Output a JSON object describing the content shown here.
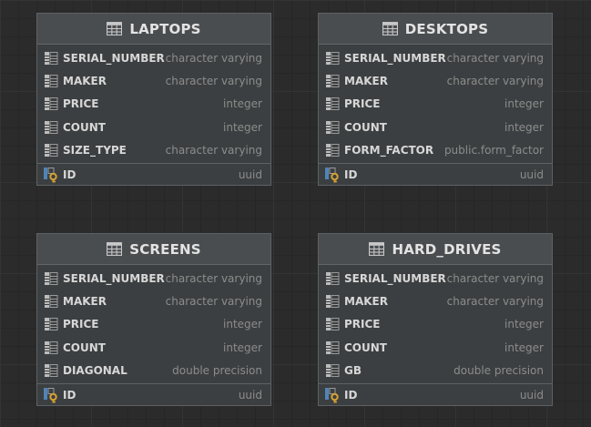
{
  "entities": [
    {
      "title": "LAPTOPS",
      "columns": [
        {
          "name": "SERIAL_NUMBER",
          "type": "character varying"
        },
        {
          "name": "MAKER",
          "type": "character varying"
        },
        {
          "name": "PRICE",
          "type": "integer"
        },
        {
          "name": "COUNT",
          "type": "integer"
        },
        {
          "name": "SIZE_TYPE",
          "type": "character varying"
        }
      ],
      "key": {
        "name": "ID",
        "type": "uuid"
      }
    },
    {
      "title": "DESKTOPS",
      "columns": [
        {
          "name": "SERIAL_NUMBER",
          "type": "character varying"
        },
        {
          "name": "MAKER",
          "type": "character varying"
        },
        {
          "name": "PRICE",
          "type": "integer"
        },
        {
          "name": "COUNT",
          "type": "integer"
        },
        {
          "name": "FORM_FACTOR",
          "type": "public.form_factor"
        }
      ],
      "key": {
        "name": "ID",
        "type": "uuid"
      }
    },
    {
      "title": "SCREENS",
      "columns": [
        {
          "name": "SERIAL_NUMBER",
          "type": "character varying"
        },
        {
          "name": "MAKER",
          "type": "character varying"
        },
        {
          "name": "PRICE",
          "type": "integer"
        },
        {
          "name": "COUNT",
          "type": "integer"
        },
        {
          "name": "DIAGONAL",
          "type": "double precision"
        }
      ],
      "key": {
        "name": "ID",
        "type": "uuid"
      }
    },
    {
      "title": "HARD_DRIVES",
      "columns": [
        {
          "name": "SERIAL_NUMBER",
          "type": "character varying"
        },
        {
          "name": "MAKER",
          "type": "character varying"
        },
        {
          "name": "PRICE",
          "type": "integer"
        },
        {
          "name": "COUNT",
          "type": "integer"
        },
        {
          "name": "GB",
          "type": "double precision"
        }
      ],
      "key": {
        "name": "ID",
        "type": "uuid"
      }
    }
  ],
  "icons": {
    "header": "table-icon",
    "column": "column-icon",
    "key": "primary-key-icon"
  },
  "colors": {
    "background": "#2b2b2b",
    "entity_body": "#3c3f41",
    "entity_header": "#4a4d50",
    "column_name": "#d7d7d7",
    "column_type": "#8c8c8c",
    "key_gold": "#d6a232",
    "icon_blue": "#4f84b8"
  }
}
